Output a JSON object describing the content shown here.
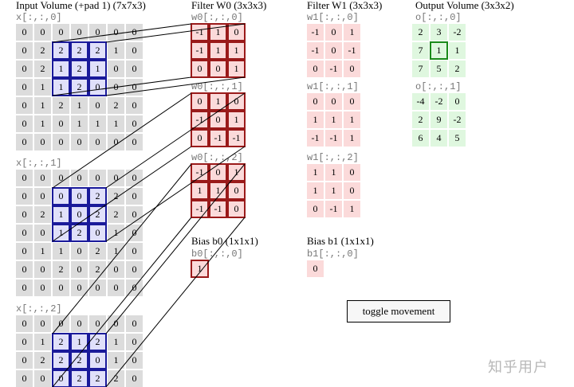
{
  "titles": {
    "input": "Input Volume (+pad 1) (7x7x3)",
    "filter_w0": "Filter W0 (3x3x3)",
    "filter_w1": "Filter W1 (3x3x3)",
    "output": "Output Volume (3x3x2)",
    "bias_b0": "Bias b0 (1x1x1)",
    "bias_b1": "Bias b1 (1x1x1)"
  },
  "input": {
    "labels": [
      "x[:,:,0]",
      "x[:,:,1]",
      "x[:,:,2]"
    ],
    "slices": [
      [
        [
          0,
          0,
          0,
          0,
          0,
          0,
          0
        ],
        [
          0,
          2,
          2,
          2,
          2,
          1,
          0
        ],
        [
          0,
          2,
          1,
          2,
          1,
          0,
          0
        ],
        [
          0,
          1,
          1,
          2,
          0,
          0,
          0
        ],
        [
          0,
          1,
          2,
          1,
          0,
          2,
          0
        ],
        [
          0,
          1,
          0,
          1,
          1,
          1,
          0
        ],
        [
          0,
          0,
          0,
          0,
          0,
          0,
          0
        ]
      ],
      [
        [
          0,
          0,
          0,
          0,
          0,
          0,
          0
        ],
        [
          0,
          0,
          0,
          0,
          2,
          2,
          0
        ],
        [
          0,
          2,
          1,
          0,
          2,
          2,
          0
        ],
        [
          0,
          0,
          1,
          2,
          0,
          1,
          0
        ],
        [
          0,
          1,
          1,
          0,
          2,
          1,
          0
        ],
        [
          0,
          0,
          2,
          0,
          2,
          0,
          0
        ],
        [
          0,
          0,
          0,
          0,
          0,
          0,
          0
        ]
      ],
      [
        [
          0,
          0,
          0,
          0,
          0,
          0,
          0
        ],
        [
          0,
          1,
          2,
          1,
          2,
          1,
          0
        ],
        [
          0,
          2,
          2,
          2,
          0,
          1,
          0
        ],
        [
          0,
          0,
          0,
          2,
          2,
          2,
          0
        ]
      ]
    ]
  },
  "w0": {
    "labels": [
      "w0[:,:,0]",
      "w0[:,:,1]",
      "w0[:,:,2]"
    ],
    "slices": [
      [
        [
          -1,
          1,
          0
        ],
        [
          -1,
          1,
          1
        ],
        [
          0,
          0,
          1
        ]
      ],
      [
        [
          0,
          1,
          0
        ],
        [
          -1,
          0,
          1
        ],
        [
          0,
          -1,
          -1
        ]
      ],
      [
        [
          -1,
          0,
          1
        ],
        [
          1,
          1,
          0
        ],
        [
          -1,
          -1,
          0
        ]
      ]
    ]
  },
  "w1": {
    "labels": [
      "w1[:,:,0]",
      "w1[:,:,1]",
      "w1[:,:,2]"
    ],
    "slices": [
      [
        [
          -1,
          0,
          1
        ],
        [
          -1,
          0,
          -1
        ],
        [
          0,
          -1,
          0
        ]
      ],
      [
        [
          0,
          0,
          0
        ],
        [
          1,
          1,
          1
        ],
        [
          -1,
          -1,
          1
        ]
      ],
      [
        [
          1,
          1,
          0
        ],
        [
          1,
          1,
          0
        ],
        [
          0,
          -1,
          1
        ]
      ]
    ]
  },
  "b0": {
    "label": "b0[:,:,0]",
    "value": 1
  },
  "b1": {
    "label": "b1[:,:,0]",
    "value": 0
  },
  "output": {
    "labels": [
      "o[:,:,0]",
      "o[:,:,1]"
    ],
    "slices": [
      [
        [
          2,
          3,
          -2
        ],
        [
          7,
          1,
          1
        ],
        [
          7,
          5,
          2
        ]
      ],
      [
        [
          -4,
          -2,
          0
        ],
        [
          2,
          9,
          -2
        ],
        [
          6,
          4,
          5
        ]
      ]
    ]
  },
  "highlight": {
    "input_row": 1,
    "input_col": 2,
    "output_row": 1,
    "output_col": 1
  },
  "toggle_button": "toggle movement",
  "watermark": "知乎用户",
  "colors": {
    "input": "#dcdcdc",
    "input_hi": "#e0e0fa",
    "filter": "#fbdada",
    "output": "#dff7df",
    "box_blue": "#1a1a9a",
    "box_red": "#9a1a1a",
    "box_green": "#1a8a1a"
  }
}
